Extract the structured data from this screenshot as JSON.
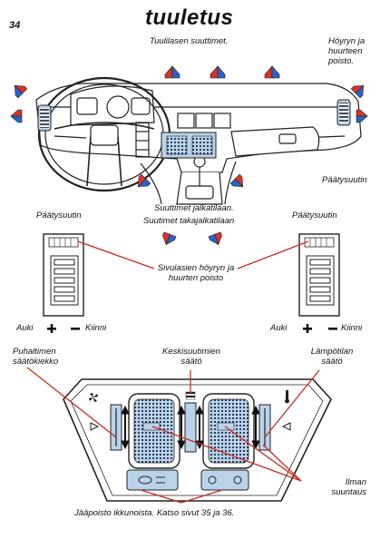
{
  "page": {
    "number": "34",
    "title": "tuuletus"
  },
  "labels": {
    "windshield_nozzles": "Tuulilasen suuttimet.",
    "steam_removal": [
      "Höyryn ja",
      "huurteen",
      "poisto."
    ],
    "end_nozzle_right_top": "Päätysuutin",
    "footwell_nozzles": "Suuttimet jalkatilaan.",
    "rear_footwell_nozzles": "Suutimet takajalkatilaan",
    "end_nozzle_left": "Päätysuutin",
    "end_nozzle_right": "Päätysuutin",
    "side_window_defog": [
      "Sivulasien höyryn ja",
      "huurten poisto"
    ],
    "open_left": "Auki",
    "closed_left": "Kiinni",
    "open_right": "Auki",
    "closed_right": "Kiinni",
    "fan_control": [
      "Puhaltimen",
      "säätökiekko"
    ],
    "center_nozzle_control": [
      "Keskisuutimien",
      "säätö"
    ],
    "temperature_control": [
      "Lämpötilan",
      "säätö"
    ],
    "air_direction": [
      "Ilman",
      "suuntaus"
    ],
    "footnote": "Jääpoisto ikkunoista. Katso sivut 35 ja 36."
  },
  "colors": {
    "red": "#d8332a",
    "blue": "#2a63c7",
    "light_blue": "#b9d3ea",
    "line": "#cc2b22"
  },
  "icons": {
    "plus": "plus-icon",
    "minus": "minus-icon",
    "fan": "fan-icon",
    "thermometer": "thermometer-icon"
  }
}
